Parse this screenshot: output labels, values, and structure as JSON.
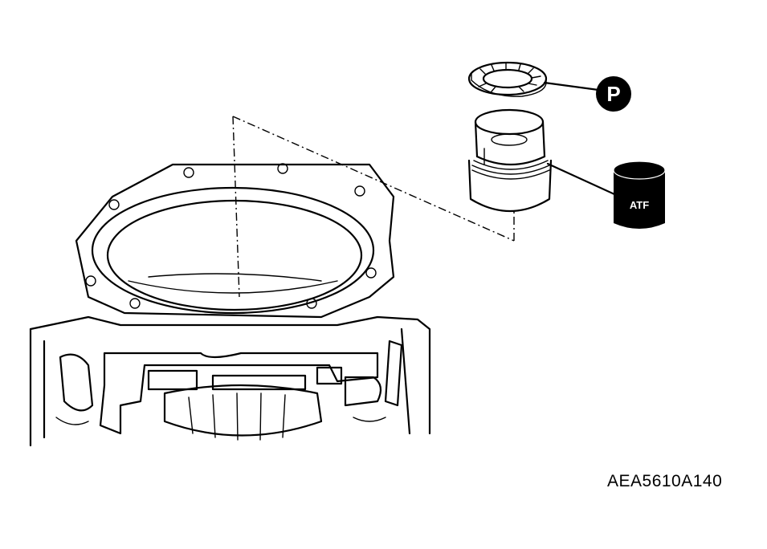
{
  "figure_code": "AEA5610A140",
  "symbols": {
    "petroleum_jelly": "P",
    "fluid": "ATF"
  },
  "colors": {
    "ink": "#000000",
    "paper": "#ffffff"
  }
}
